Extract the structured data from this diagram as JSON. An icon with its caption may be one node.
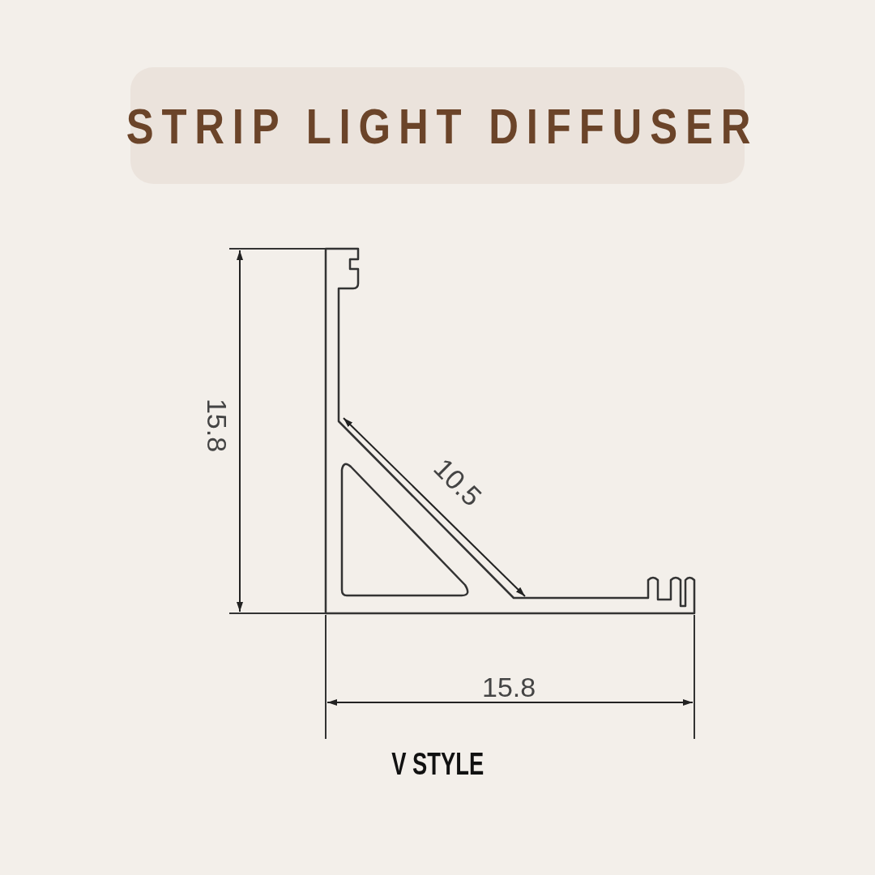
{
  "diagram": {
    "title": "STRIP LIGHT DIFFUSER",
    "caption": "V STYLE",
    "labels": [
      "15.8",
      "10.5",
      "15.8"
    ]
  }
}
